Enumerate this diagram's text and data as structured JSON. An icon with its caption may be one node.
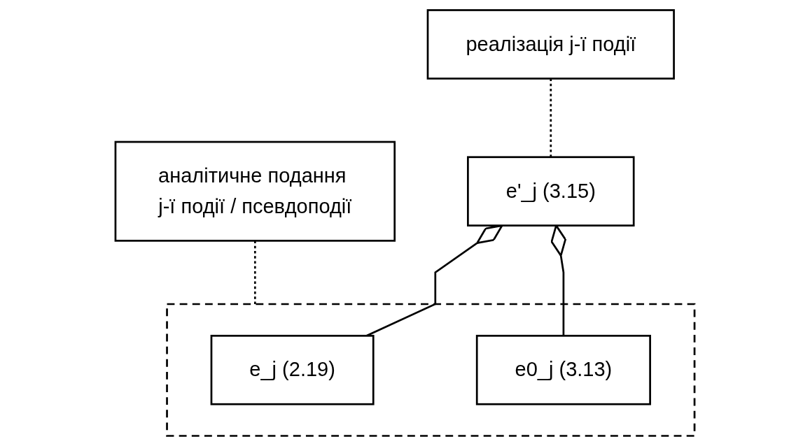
{
  "diagram": {
    "nodes": [
      {
        "text": [
          "реалізація j-ї події"
        ]
      },
      {
        "text": [
          "e'_j (3.15)"
        ]
      },
      {
        "text": [
          "аналітичне подання j-ї події / псевдоподії"
        ]
      },
      {
        "text": [],
        "shape": "box"
      },
      {
        "text": [
          "e_j (2.19)"
        ],
        "in": 3
      },
      {
        "text": [
          "e0_j (3.13)"
        ],
        "in": 3
      }
    ],
    "edges": [
      {
        "from": 0,
        "to": 1,
        "arrow": "none",
        "style": "dashed"
      },
      {
        "from": 1,
        "to": 4,
        "arrow": "other"
      },
      {
        "from": 1,
        "to": 5,
        "arrow": "other"
      },
      {
        "from": 2,
        "to": 3,
        "arrow": "none",
        "style": "dashed"
      }
    ]
  }
}
